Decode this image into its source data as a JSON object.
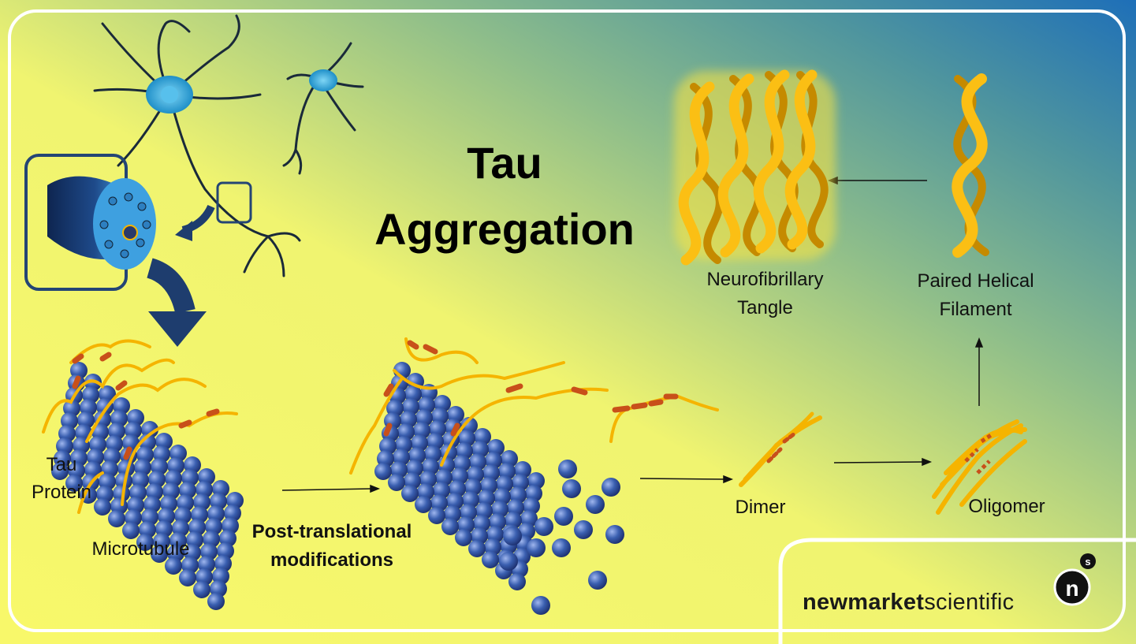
{
  "title_line1": "Tau",
  "title_line2": "Aggregation",
  "labels": {
    "tau_protein_1": "Tau",
    "tau_protein_2": "Protein",
    "microtubule": "Microtubule",
    "ptm_1": "Post-translational",
    "ptm_2": "modifications",
    "dimer": "Dimer",
    "oligomer": "Oligomer",
    "phf_1": "Paired Helical",
    "phf_2": "Filament",
    "nft_1": "Neurofibrillary",
    "nft_2": "Tangle"
  },
  "brand": {
    "bold": "newmarket",
    "regular": "scientific",
    "logo_letter": "n",
    "logo_super": "s"
  },
  "colors": {
    "bg_yellow": "#f8f86a",
    "bg_teal": "#5f9f98",
    "bg_blue": "#1e6fb8",
    "tau_orange": "#f5b400",
    "ptm_red": "#c8501a",
    "tubulin_blue": "#3a5fb0",
    "neuron_blue": "#3fb0e0"
  }
}
